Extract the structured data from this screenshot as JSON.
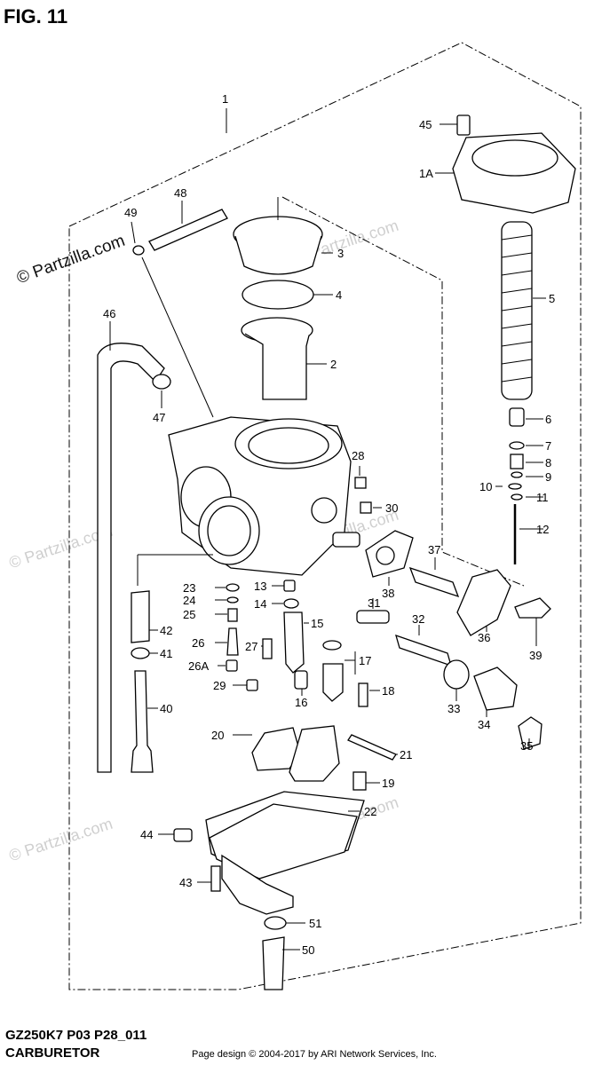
{
  "figure": {
    "title": "FIG. 11"
  },
  "footer": {
    "code": "GZ250K7 P03 P28_011",
    "name": "CARBURETOR",
    "copyright": "Page design © 2004-2017 by ARI Network Services, Inc."
  },
  "watermark": {
    "text": "© Partzilla.com"
  },
  "callouts": [
    "1",
    "1A",
    "2",
    "3",
    "4",
    "5",
    "6",
    "7",
    "8",
    "9",
    "10",
    "11",
    "12",
    "13",
    "14",
    "15",
    "16",
    "17",
    "18",
    "19",
    "20",
    "21",
    "22",
    "23",
    "24",
    "25",
    "26",
    "26A",
    "27",
    "28",
    "29",
    "30",
    "31",
    "32",
    "33",
    "34",
    "35",
    "36",
    "37",
    "38",
    "39",
    "40",
    "41",
    "42",
    "43",
    "44",
    "45",
    "46",
    "47",
    "48",
    "49",
    "50",
    "51"
  ]
}
